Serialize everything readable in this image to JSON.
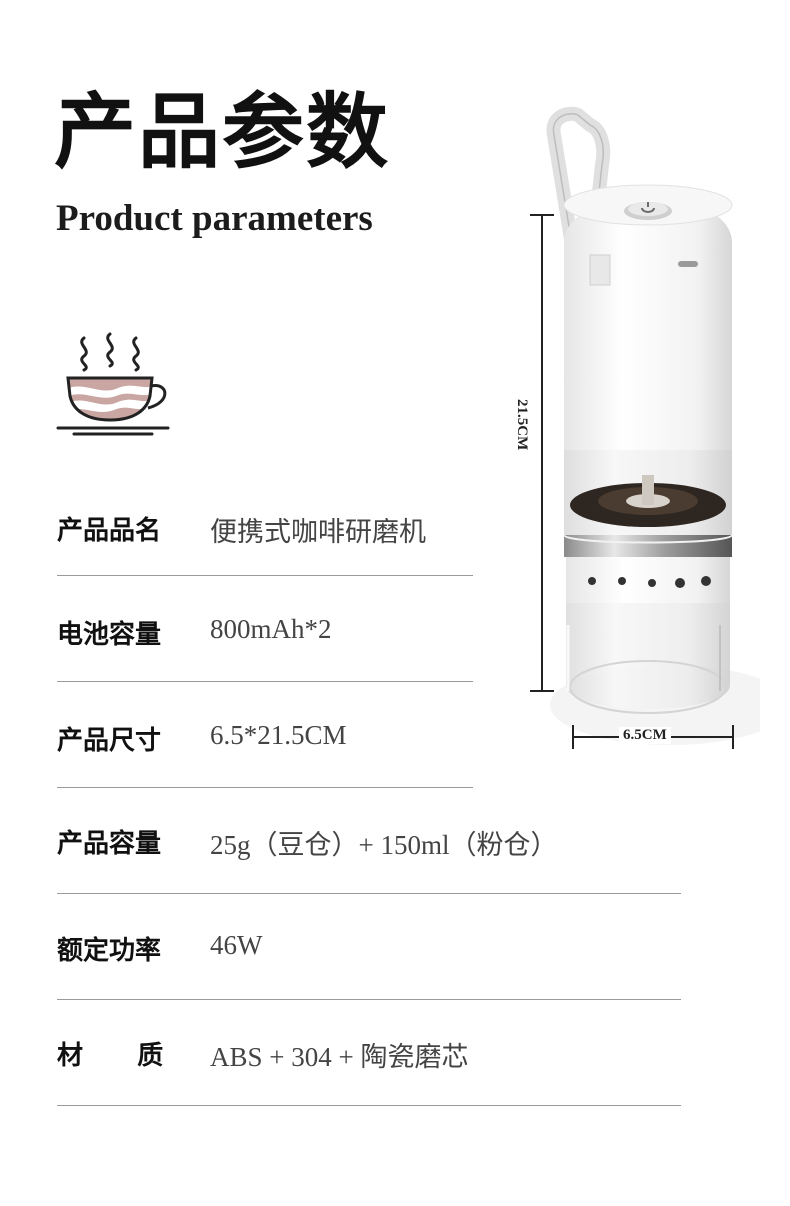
{
  "header": {
    "title_cn": "产品参数",
    "title_en": "Product parameters"
  },
  "params": [
    {
      "label": "产品品名",
      "value": "便携式咖啡研磨机"
    },
    {
      "label": "电池容量",
      "value": "800mAh*2"
    },
    {
      "label": "产品尺寸",
      "value": "6.5*21.5CM"
    },
    {
      "label": "产品容量",
      "value": "25g（豆仓）+  150ml（粉仓）"
    },
    {
      "label": "额定功率",
      "value": "46W"
    },
    {
      "label": "材      质",
      "value": "ABS + 304 + 陶瓷磨芯"
    }
  ],
  "dimensions": {
    "height": "21.5CM",
    "width": "6.5CM"
  },
  "icons": [
    "coffee-cup-icon",
    "power-button-icon"
  ],
  "colors": {
    "cup_fill": "#c9a6a2",
    "cup_stroke": "#222222",
    "divider": "#9a9a9a"
  }
}
